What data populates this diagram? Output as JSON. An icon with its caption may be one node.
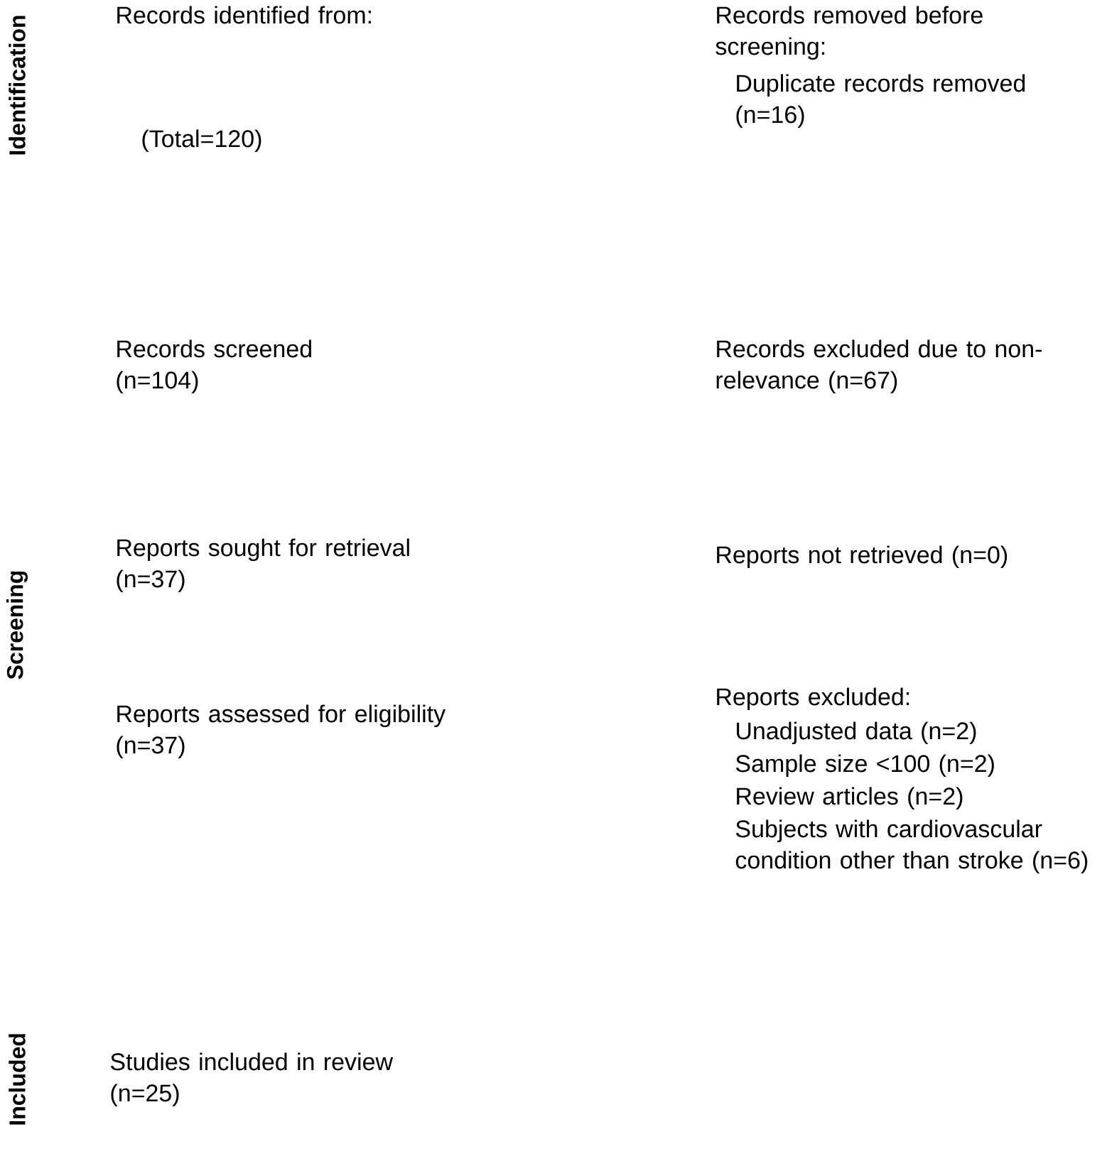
{
  "diagram": {
    "labels": [
      "Identification",
      "Records identified from:",
      "(Total=120)",
      "Records removed before screening:",
      "Duplicate records removed (n=16)",
      "Records screened (n=104)",
      "Records excluded due to non-relevance (n=67)",
      "Reports sought for retrieval (n=37)",
      "Reports not retrieved (n=0)",
      "Screening",
      "Reports excluded:",
      "Unadjusted data (n=2)",
      "Sample size <100 (n=2)",
      "Review articles (n=2)",
      "Subjects with cardiovascular condition other than stroke (n=6)",
      "Reports assessed for eligibility (n=37)",
      "Included",
      "Studies included in review (n=25)"
    ]
  }
}
